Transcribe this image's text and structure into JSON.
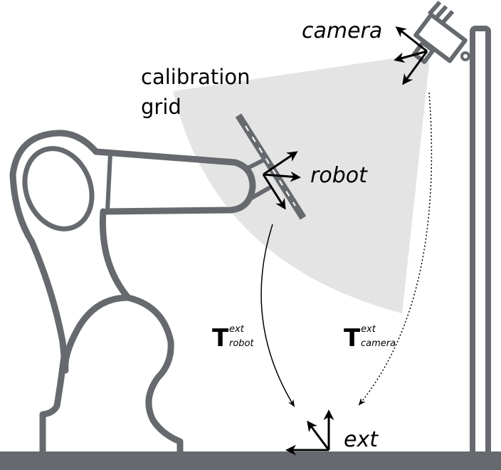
{
  "labels": {
    "camera": "camera",
    "calibration_line1": "calibration",
    "calibration_line2": "grid",
    "robot": "robot",
    "ext": "ext"
  },
  "transforms": [
    {
      "symbol": "T",
      "superscript": "ext",
      "subscript": "robot",
      "line_style": "solid"
    },
    {
      "symbol": "T",
      "superscript": "ext",
      "subscript": "camera",
      "line_style": "dotted"
    }
  ],
  "colors": {
    "structure": "#66696d",
    "field_of_view": "#e4e4e4",
    "arrows": "#000000"
  }
}
